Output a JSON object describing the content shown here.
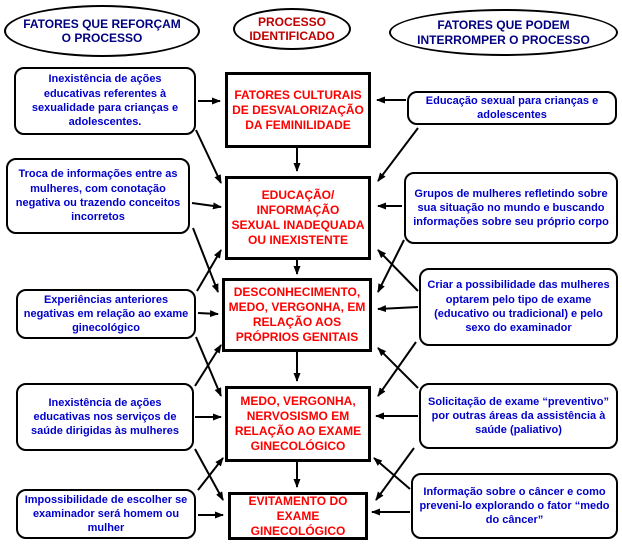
{
  "headers": {
    "reinforcing": "FATORES QUE REFORÇAM O PROCESSO",
    "process": "PROCESSO IDENTIFICADO",
    "interrupting": "FATORES QUE PODEM INTERROMPER O PROCESSO"
  },
  "process_steps": [
    "FATORES CULTURAIS DE DESVALORIZAÇÃO DA FEMINILIDADE",
    "EDUCAÇÃO/ INFORMAÇÃO SEXUAL INADEQUADA OU INEXISTENTE",
    "DESCONHECIMENTO, MEDO, VERGONHA, EM RELAÇÃO AOS PRÓPRIOS GENITAIS",
    "MEDO, VERGONHA, NERVOSISMO EM RELAÇÃO AO EXAME GINECOLÓGICO",
    "EVITAMENTO DO EXAME GINECOLÓGICO"
  ],
  "reinforcing_factors": [
    "Inexistência de ações educativas referentes à sexualidade para crianças e adolescentes.",
    "Troca de informações entre as mulheres, com conotação negativa ou trazendo conceitos incorretos",
    "Experiências anteriores negativas em relação ao exame ginecológico",
    "Inexistência de ações educativas nos serviços de saúde dirigidas às mulheres",
    "Impossibilidade de escolher se examinador será homem ou mulher"
  ],
  "interrupting_factors": [
    "Educação sexual para crianças e adolescentes",
    "Grupos de mulheres refletindo sobre sua situação no mundo e buscando informações sobre seu próprio corpo",
    "Criar a possibilidade das mulheres optarem pelo tipo de exame (educativo ou tradicional) e pelo sexo do examinador",
    "Solicitação de exame “preventivo” por outras áreas da assistência à saúde (paliativo)",
    "Informação sobre o câncer e como preveni-lo explorando o fator “medo do câncer”"
  ],
  "colors": {
    "process_text": "#FF0000",
    "process_header_text": "#C00000",
    "factor_text": "#0000CC",
    "header_text": "#000080",
    "outline": "#000000",
    "background": "#FFFFFF"
  }
}
